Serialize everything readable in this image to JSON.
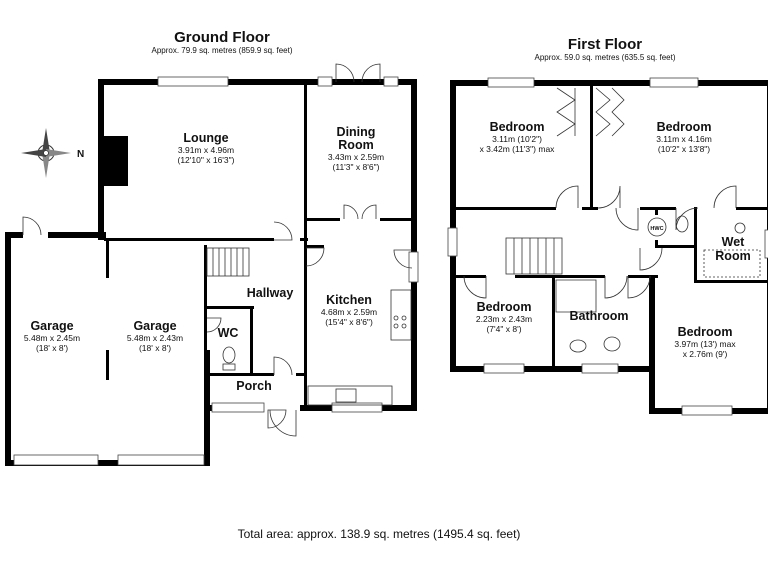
{
  "ground_floor": {
    "title": "Ground Floor",
    "area": "Approx. 79.9 sq. metres (859.9 sq. feet)",
    "rooms": {
      "lounge": {
        "name": "Lounge",
        "dim1": "3.91m x 4.96m",
        "dim2": "(12'10\" x 16'3\")"
      },
      "dining": {
        "name1": "Dining",
        "name2": "Room",
        "dim1": "3.43m x 2.59m",
        "dim2": "(11'3\" x 8'6\")"
      },
      "kitchen": {
        "name": "Kitchen",
        "dim1": "4.68m x 2.59m",
        "dim2": "(15'4\" x 8'6\")"
      },
      "hallway": {
        "name": "Hallway"
      },
      "garage1": {
        "name": "Garage",
        "dim1": "5.48m x 2.45m",
        "dim2": "(18' x 8')"
      },
      "garage2": {
        "name": "Garage",
        "dim1": "5.48m x 2.43m",
        "dim2": "(18' x 8')"
      },
      "wc": {
        "name": "WC"
      },
      "porch": {
        "name": "Porch"
      }
    }
  },
  "first_floor": {
    "title": "First Floor",
    "area": "Approx. 59.0 sq. metres (635.5 sq. feet)",
    "rooms": {
      "bedroom1": {
        "name": "Bedroom",
        "dim1": "3.11m (10'2\")",
        "dim2": "x 3.42m (11'3\") max"
      },
      "bedroom2": {
        "name": "Bedroom",
        "dim1": "3.11m x 4.16m",
        "dim2": "(10'2\" x 13'8\")"
      },
      "bedroom3": {
        "name": "Bedroom",
        "dim1": "2.23m x 2.43m",
        "dim2": "(7'4\" x 8')"
      },
      "bathroom": {
        "name": "Bathroom"
      },
      "wetroom": {
        "name1": "Wet",
        "name2": "Room"
      },
      "bedroom4": {
        "name": "Bedroom",
        "dim1": "3.97m (13') max",
        "dim2": "x 2.76m (9')"
      },
      "hwc": {
        "label": "HWC"
      }
    }
  },
  "compass": {
    "label": "N"
  },
  "total_area": "Total area: approx. 138.9 sq. metres (1495.4 sq. feet)"
}
